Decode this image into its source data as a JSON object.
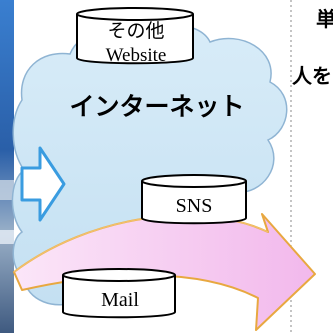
{
  "diagram": {
    "title": "インターネット",
    "databases": {
      "other_website": [
        "その他",
        "Website"
      ],
      "sns": "SNS",
      "mail": "Mail"
    },
    "right_panel_text": [
      "単",
      "人を"
    ]
  },
  "colors": {
    "cloud_fill": "#cfe6f5",
    "cloud_stroke": "#8fb4d3",
    "arrow_fill": "#f6cff2",
    "arrow_stroke": "#e8a840",
    "block_arrow_fill": "#ffffff",
    "block_arrow_stroke": "#3a9ce0",
    "photo_sky": "#2a6fc0"
  }
}
